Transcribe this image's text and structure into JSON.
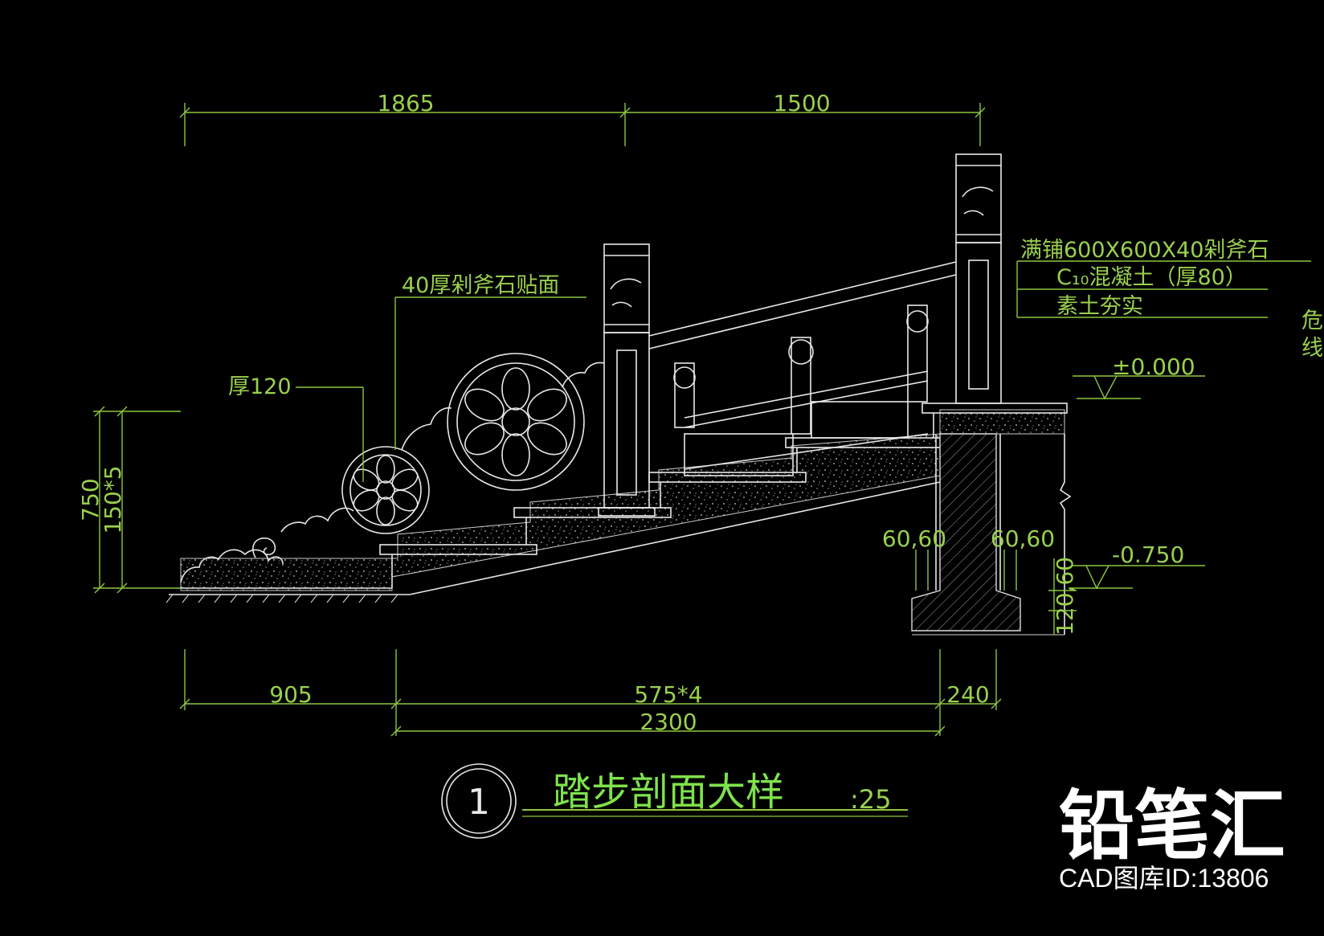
{
  "dimensions": {
    "top_left": "1865",
    "top_right": "1500",
    "left_height": "750",
    "left_steps": "150*5",
    "bottom_left": "905",
    "bottom_mid": "575*4",
    "bottom_right": "240",
    "bottom_total": "2300",
    "footing_left": "60,60",
    "footing_right": "60,60",
    "footing_height": "120,60"
  },
  "notes": {
    "paving": "满铺600X600X40剁斧石",
    "concrete": "C₁₀混凝土（厚80）",
    "soil": "素土夯实",
    "facing": "40厚剁斧石贴面",
    "thickness": "厚120",
    "cut_1": "危",
    "cut_2": "线"
  },
  "levels": {
    "upper": "±0.000",
    "lower": "-0.750"
  },
  "title": {
    "number": "1",
    "text": "踏步剖面大样",
    "scale": ":25"
  },
  "brand": {
    "name": "铅笔汇",
    "id_label": "CAD图库ID:13806"
  },
  "colors": {
    "background": "#000000",
    "lines": "#e8e8e8",
    "dimensions": "#8cc63f",
    "title": "#7fe24c"
  }
}
